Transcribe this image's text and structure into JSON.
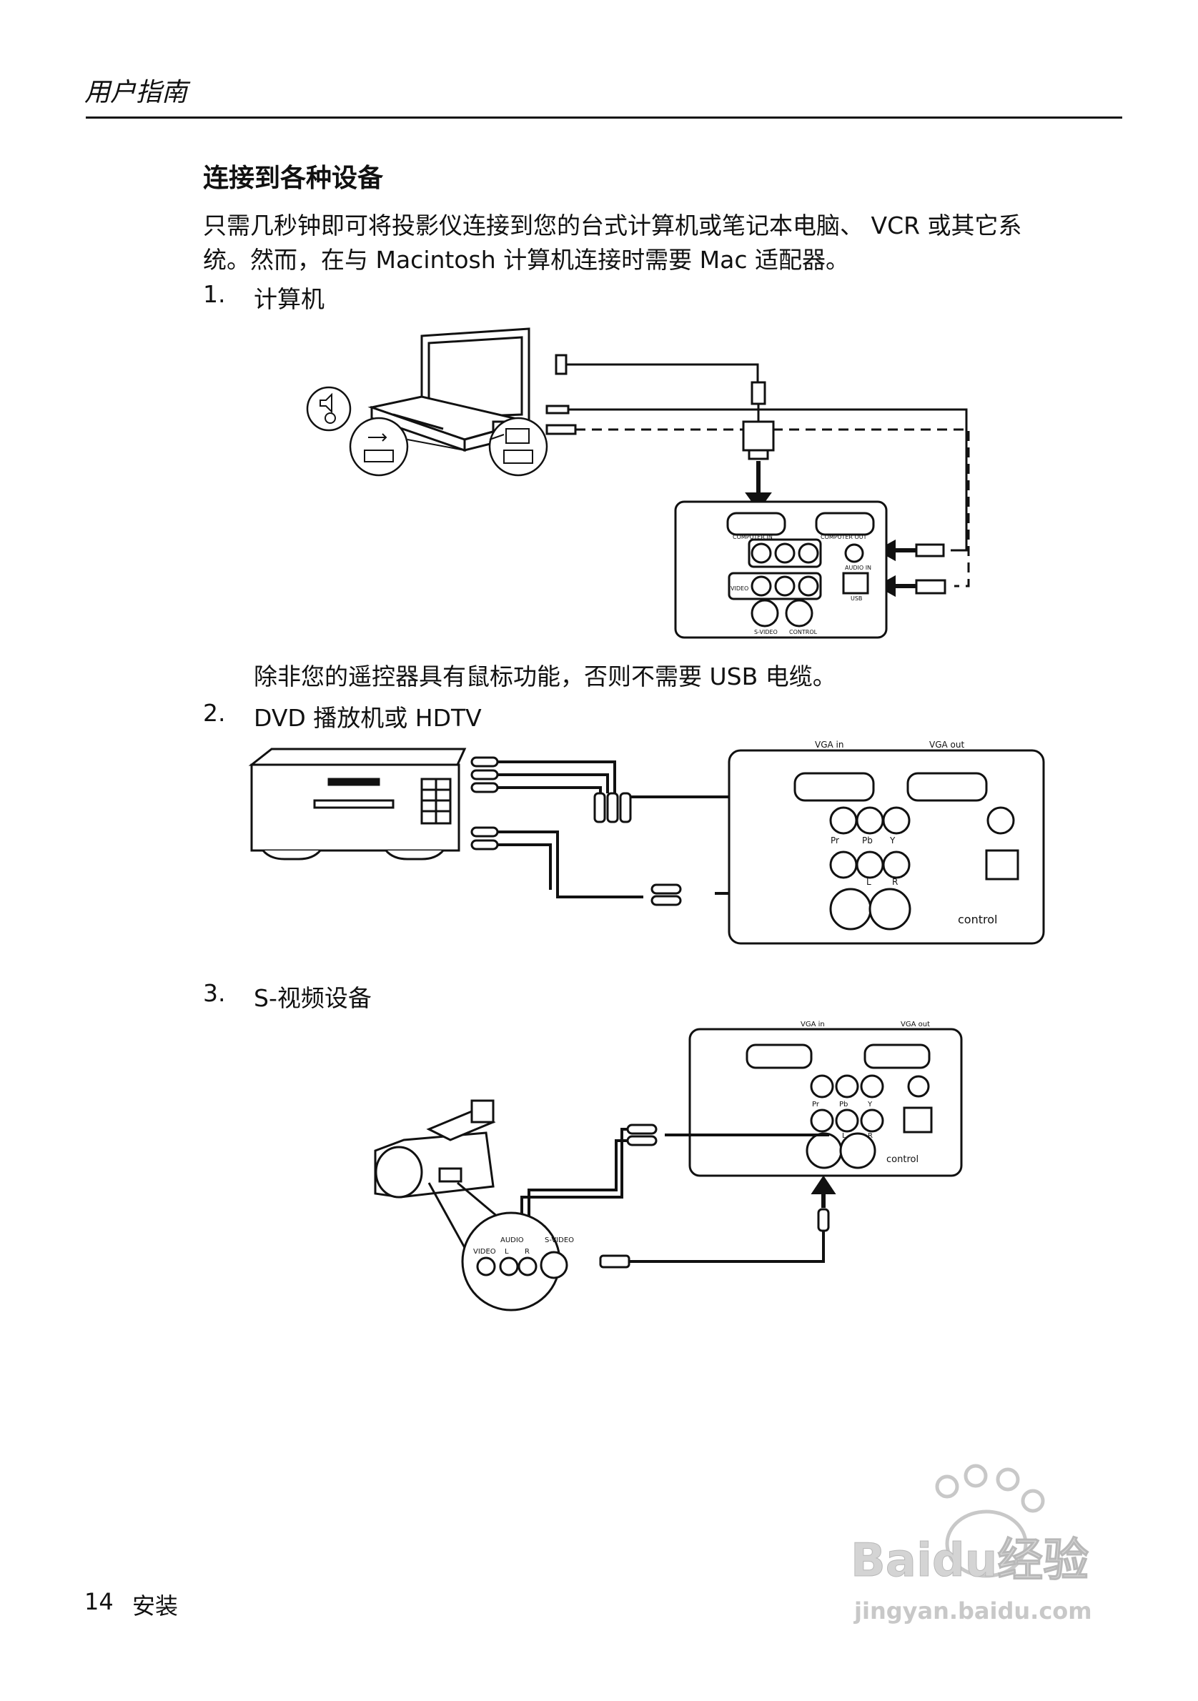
{
  "header": {
    "running_title": "用户指南"
  },
  "section": {
    "title": "连接到各种设备",
    "intro_line1": "只需几秒钟即可将投影仪连接到您的台式计算机或笔记本电脑、 VCR 或其它系",
    "intro_line2": "统。然而，在与 Macintosh 计算机连接时需要 Mac 适配器。"
  },
  "items": [
    {
      "number": "1.",
      "label": "计算机"
    },
    {
      "number": "2.",
      "label": "DVD 播放机或 HDTV"
    },
    {
      "number": "3.",
      "label": "S-视频设备"
    }
  ],
  "note": "除非您的遥控器具有鼠标功能，否则不需要 USB 电缆。",
  "diagram1": {
    "port_labels": [
      "COMPUTER IN",
      "COMPUTER OUT",
      "AUDIO IN",
      "VIDEO",
      "USB",
      "S-VIDEO",
      "CONTROL"
    ]
  },
  "diagram2": {
    "port_labels": [
      "VGA in",
      "VGA out",
      "Pr",
      "Pb",
      "Y",
      "L",
      "R",
      "control"
    ]
  },
  "diagram3": {
    "port_labels": [
      "VGA in",
      "VGA out",
      "Pr",
      "Pb",
      "Y",
      "L",
      "R",
      "control"
    ],
    "camcorder_labels": [
      "AUDIO",
      "S-VIDEO",
      "VIDEO",
      "L",
      "R"
    ]
  },
  "footer": {
    "page_number": "14",
    "chapter": "安装"
  },
  "watermark": {
    "brand": "Baidu经验",
    "url": "jingyan.baidu.com"
  }
}
